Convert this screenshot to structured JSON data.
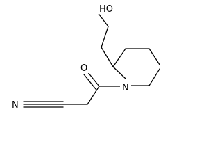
{
  "molecule": {
    "atom_labels": {
      "hydroxyl": "HO",
      "carbonyl_oxygen": "O",
      "ring_nitrogen": "N",
      "nitrile_nitrogen": "N"
    }
  }
}
